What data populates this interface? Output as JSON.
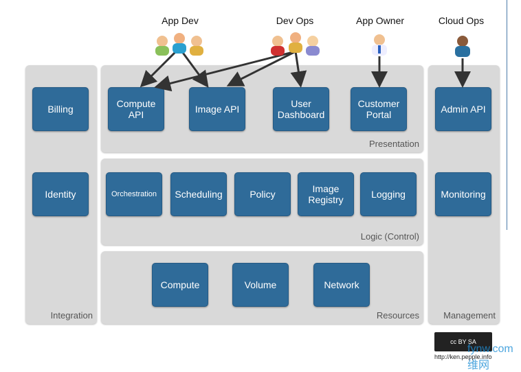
{
  "roles": {
    "app_dev": "App Dev",
    "dev_ops": "Dev Ops",
    "app_owner": "App Owner",
    "cloud_ops": "Cloud Ops"
  },
  "panels": {
    "integration": "Integration",
    "presentation": "Presentation",
    "logic": "Logic (Control)",
    "resources": "Resources",
    "management": "Management"
  },
  "boxes": {
    "billing": "Billing",
    "identity": "Identity",
    "compute_api": "Compute API",
    "image_api": "Image API",
    "user_dashboard": "User Dashboard",
    "customer_portal": "Customer Portal",
    "admin_api": "Admin API",
    "orchestration": "Orchestration",
    "scheduling": "Scheduling",
    "policy": "Policy",
    "image_registry": "Image Registry",
    "logging": "Logging",
    "monitoring": "Monitoring",
    "compute": "Compute",
    "volume": "Volume",
    "network": "Network"
  },
  "license": {
    "badge": "cc BY SA",
    "url": "http://ken.pepple.info"
  },
  "watermark": "fynw.com 维网",
  "colors": {
    "box": "#2f6b99",
    "panel": "#d9d9d9"
  }
}
